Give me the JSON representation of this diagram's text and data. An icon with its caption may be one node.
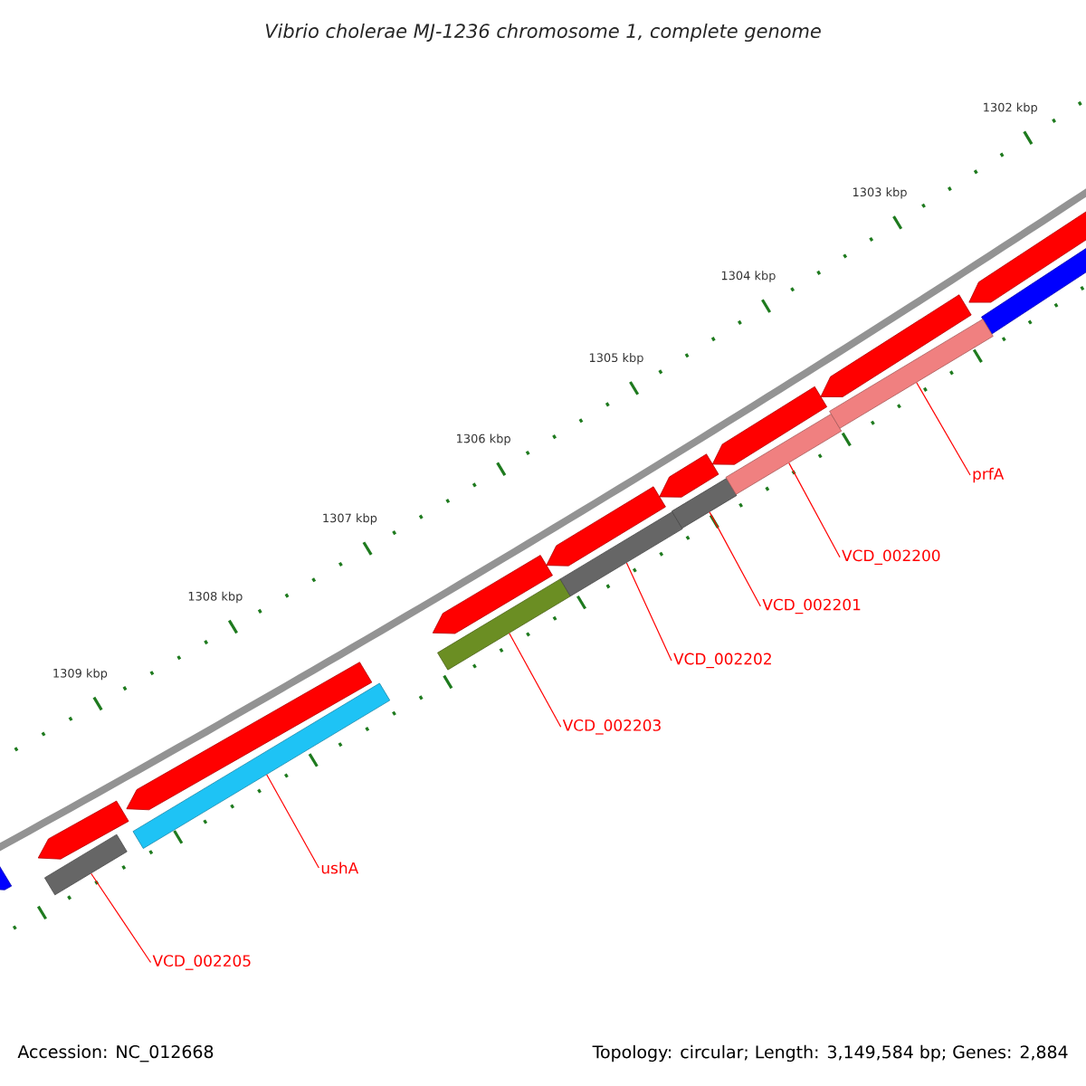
{
  "diagram": {
    "title": "Vibrio cholerae MJ-1236 chromosome 1, complete genome",
    "nodes": [
      {
        "text": [
          "prfA"
        ]
      },
      {
        "text": [
          "VCD_002200"
        ]
      },
      {
        "text": [
          "VCD_002201"
        ]
      },
      {
        "text": [
          "VCD_002202"
        ]
      },
      {
        "text": [
          "VCD_002203"
        ]
      },
      {
        "text": [
          "ushA"
        ]
      },
      {
        "text": [
          "VCD_002205"
        ]
      },
      {
        "text": [],
        "shape": "bar"
      },
      {
        "text": [],
        "shape": "bar"
      },
      {
        "text": [],
        "shape": "bar"
      },
      {
        "text": [],
        "shape": "bar"
      },
      {
        "text": [],
        "shape": "bar"
      },
      {
        "text": [],
        "shape": "bar"
      },
      {
        "text": [],
        "shape": "bar"
      }
    ],
    "edges": [
      {
        "from": 0,
        "to": 13,
        "arrow": "none"
      },
      {
        "from": 1,
        "to": 12,
        "arrow": "none"
      },
      {
        "from": 2,
        "to": 11,
        "arrow": "none"
      },
      {
        "from": 3,
        "to": 10,
        "arrow": "none"
      },
      {
        "from": 4,
        "to": 9,
        "arrow": "none"
      },
      {
        "from": 5,
        "to": 8,
        "arrow": "none"
      },
      {
        "from": 6,
        "to": 7,
        "arrow": "none"
      }
    ],
    "labels": [
      "1302 kbp",
      "1303 kbp",
      "1304 kbp",
      "1305 kbp",
      "1306 kbp",
      "1307 kbp",
      "1308 kbp",
      "1309 kbp",
      "Accession: NC_012668",
      "Topology: circular; Length: 3,149,584 bp; Genes: 2,884"
    ]
  }
}
